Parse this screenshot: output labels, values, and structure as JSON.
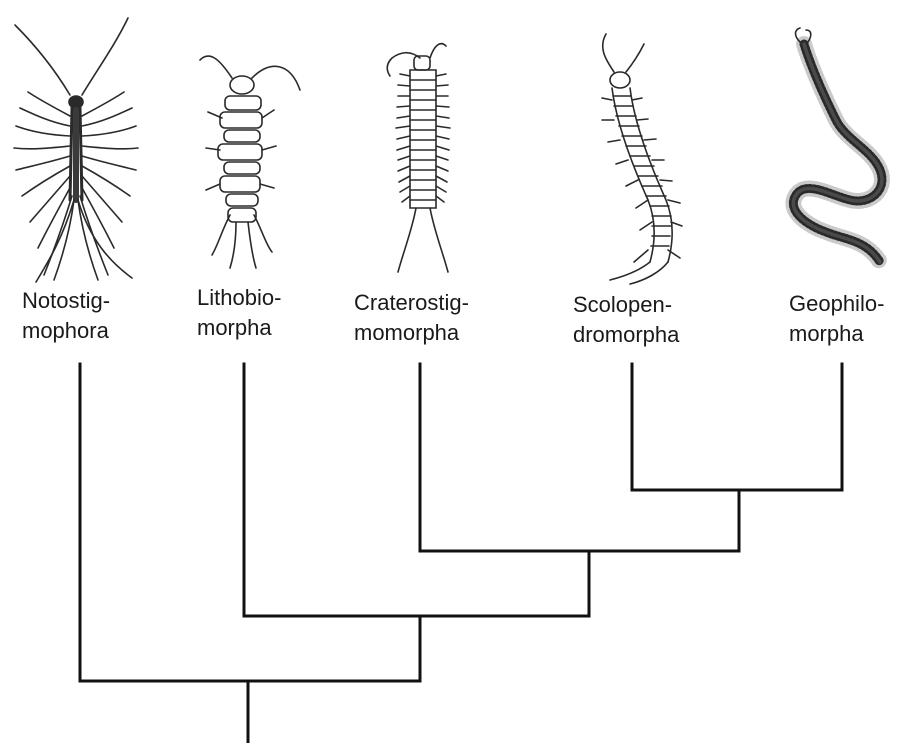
{
  "diagram": {
    "type": "phylogenetic-tree",
    "taxa": [
      {
        "line1": "Notostig-",
        "line2": "mophora",
        "icon": "notostigmophora-centipede-drawing"
      },
      {
        "line1": "Lithobio-",
        "line2": "morpha",
        "icon": "lithobiomorpha-centipede-drawing"
      },
      {
        "line1": "Craterostig-",
        "line2": "momorpha",
        "icon": "craterostigmomorpha-centipede-drawing"
      },
      {
        "line1": "Scolopen-",
        "line2": "dromorpha",
        "icon": "scolopendromorpha-centipede-drawing"
      },
      {
        "line1": "Geophilo-",
        "line2": "morpha",
        "icon": "geophilomorpha-centipede-drawing"
      }
    ],
    "topology": "(Notostigmophora,(Lithobiomorpha,(Craterostigmomorpha,(Scolopendromorpha,Geophilomorpha))))",
    "colors": {
      "line": "#111111",
      "drawing": "#2a2a2a",
      "background": "#ffffff"
    }
  }
}
